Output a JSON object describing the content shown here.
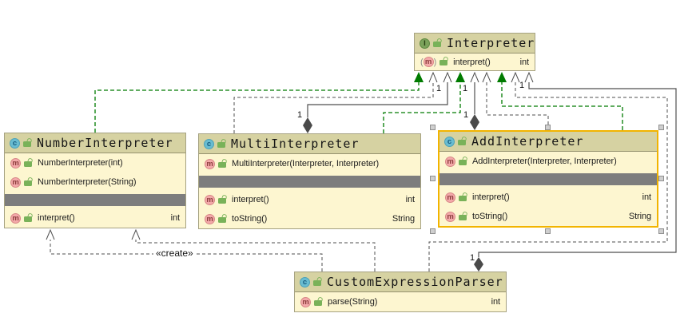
{
  "diagram": {
    "classes": [
      {
        "id": "interpreter",
        "kind": "interface",
        "title": "Interpreter",
        "methods": [
          {
            "name": "interpret()",
            "type": "int",
            "abstract": true
          }
        ]
      },
      {
        "id": "number",
        "kind": "class",
        "title": "NumberInterpreter",
        "constructors": [
          {
            "name": "NumberInterpreter(int)"
          },
          {
            "name": "NumberInterpreter(String)"
          }
        ],
        "methods": [
          {
            "name": "interpret()",
            "type": "int"
          }
        ]
      },
      {
        "id": "multi",
        "kind": "class",
        "title": "MultiInterpreter",
        "constructors": [
          {
            "name": "MultiInterpreter(Interpreter, Interpreter)"
          }
        ],
        "methods": [
          {
            "name": "interpret()",
            "type": "int"
          },
          {
            "name": "toString()",
            "type": "String"
          }
        ]
      },
      {
        "id": "add",
        "kind": "class",
        "title": "AddInterpreter",
        "selected": true,
        "constructors": [
          {
            "name": "AddInterpreter(Interpreter, Interpreter)"
          }
        ],
        "methods": [
          {
            "name": "interpret()",
            "type": "int"
          },
          {
            "name": "toString()",
            "type": "String"
          }
        ]
      },
      {
        "id": "parser",
        "kind": "class",
        "title": "CustomExpressionParser",
        "methods": [
          {
            "name": "parse(String)",
            "type": "int"
          }
        ]
      }
    ],
    "icon_letters": {
      "class": "c",
      "interface": "I",
      "method": "m",
      "paren_open": "(",
      "paren_close": ")"
    },
    "edges": [
      {
        "from": "NumberInterpreter",
        "to": "Interpreter",
        "type": "realization",
        "label": ""
      },
      {
        "from": "MultiInterpreter",
        "to": "Interpreter",
        "type": "association",
        "label": "1"
      },
      {
        "from": "MultiInterpreter",
        "to": "Interpreter",
        "type": "aggregation",
        "label": "1"
      },
      {
        "from": "MultiInterpreter",
        "to": "Interpreter",
        "type": "realization",
        "label": ""
      },
      {
        "from": "AddInterpreter",
        "to": "Interpreter",
        "type": "aggregation",
        "label": "1",
        "label_source": "1"
      },
      {
        "from": "AddInterpreter",
        "to": "Interpreter",
        "type": "dependency",
        "label": ""
      },
      {
        "from": "AddInterpreter",
        "to": "Interpreter",
        "type": "realization",
        "label": ""
      },
      {
        "from": "CustomExpressionParser",
        "to": "Interpreter",
        "type": "association",
        "label": "1"
      },
      {
        "from": "CustomExpressionParser",
        "to": "Interpreter",
        "type": "aggregation",
        "label": "1"
      },
      {
        "from": "CustomExpressionParser",
        "to": "NumberInterpreter",
        "type": "dependency",
        "label": "«create»"
      },
      {
        "from": "CustomExpressionParser",
        "to": "NumberInterpreter",
        "type": "dependency",
        "label": ""
      }
    ],
    "colors": {
      "header_bg": "#d6d2a2",
      "body_bg": "#fdf6d0",
      "box_border": "#a6a282",
      "selected_border": "#f2b400",
      "separator": "#7d7d7d",
      "edge_gray": "#4f4f4f",
      "realization_green": "#007b00",
      "handle": "#cfcfcf"
    }
  }
}
